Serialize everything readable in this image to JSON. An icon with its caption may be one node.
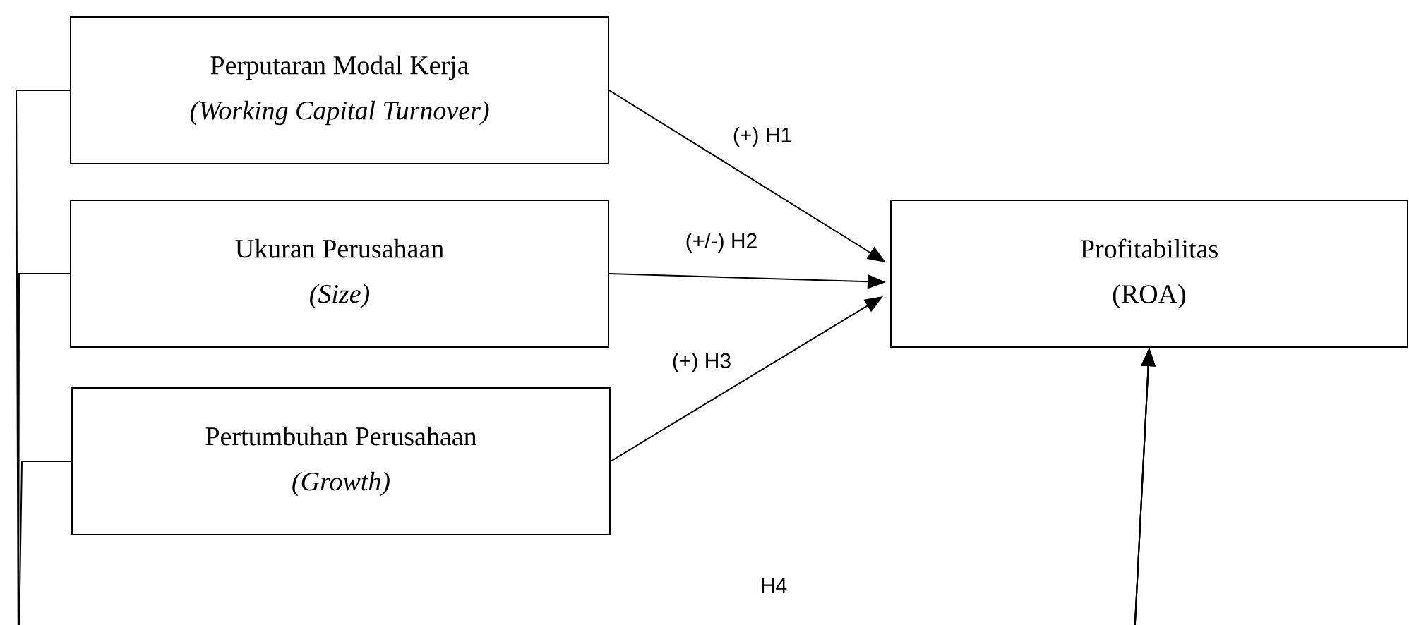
{
  "diagram": {
    "nodes": [
      {
        "text": [
          "Perputaran Modal Kerja",
          "(Working Capital Turnover)"
        ]
      },
      {
        "text": [
          "Ukuran Perusahaan",
          "(Size)"
        ]
      },
      {
        "text": [
          "Pertumbuhan Perusahaan",
          "(Growth)"
        ]
      },
      {
        "text": [
          "Profitabilitas",
          "(ROA)"
        ]
      }
    ],
    "edges": [
      {
        "from": 0,
        "to": 3,
        "arrow": "to",
        "label": "(+) H1"
      },
      {
        "from": 1,
        "to": 3,
        "arrow": "to",
        "label": "(+/-) H2"
      },
      {
        "from": 2,
        "to": 3,
        "arrow": "to",
        "label": "(+) H3"
      },
      {
        "from": 0,
        "to": 3,
        "arrow": "to"
      },
      {
        "from": 1,
        "to": 3,
        "arrow": "to"
      },
      {
        "from": 2,
        "to": 3,
        "arrow": "to"
      }
    ],
    "labels": [
      "H4"
    ]
  }
}
